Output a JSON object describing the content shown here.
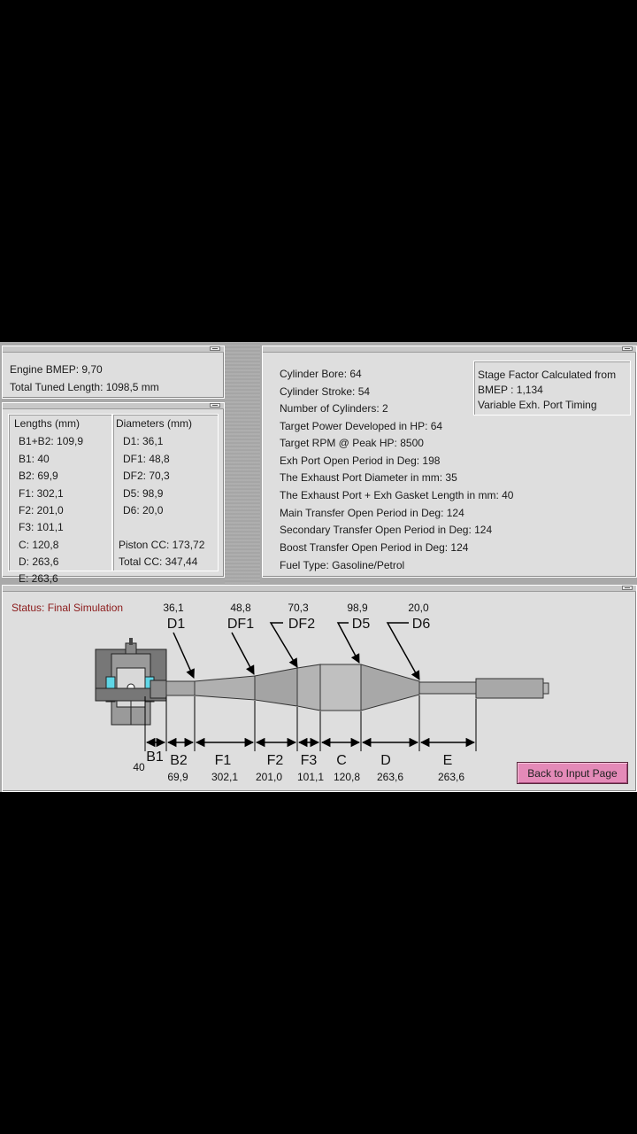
{
  "summary": {
    "bmep": "Engine BMEP: 9,70",
    "tuned_length": "Total Tuned Length: 1098,5 mm"
  },
  "lengths": {
    "header": "Lengths (mm)",
    "items": [
      "B1+B2: 109,9",
      "B1: 40",
      "B2: 69,9",
      "F1: 302,1",
      "F2: 201,0",
      "F3: 101,1",
      "C: 120,8",
      "D: 263,6",
      "E: 263,6"
    ]
  },
  "diameters": {
    "header": "Diameters (mm)",
    "items": [
      "D1: 36,1",
      "DF1: 48,8",
      "DF2: 70,3",
      "D5: 98,9",
      "D6: 20,0"
    ],
    "piston_cc": "Piston CC: 173,72",
    "total_cc": "Total CC: 347,44"
  },
  "specs": [
    "Cylinder Bore: 64",
    "Cylinder Stroke: 54",
    "Number of Cylinders: 2",
    "Target Power Developed in HP: 64",
    "Target RPM @ Peak HP: 8500",
    "Exh Port Open Period in Deg: 198",
    "The Exhaust Port Diameter in mm: 35",
    "The Exhaust Port + Exh Gasket Length in mm: 40",
    "Main Transfer Open Period in Deg: 124",
    "Secondary Transfer Open Period in Deg: 124",
    "Boost Transfer Open Period in Deg: 124",
    "Fuel Type: Gasoline/Petrol"
  ],
  "stage_box": [
    "Stage Factor Calculated from",
    "BMEP : 1,134",
    "Variable Exh. Port Timing"
  ],
  "status": "Status: Final Simulation",
  "diagram": {
    "diameters": [
      {
        "label": "D1",
        "value": "36,1"
      },
      {
        "label": "DF1",
        "value": "48,8"
      },
      {
        "label": "DF2",
        "value": "70,3"
      },
      {
        "label": "D5",
        "value": "98,9"
      },
      {
        "label": "D6",
        "value": "20,0"
      }
    ],
    "sections": [
      {
        "label": "B1",
        "value": "40"
      },
      {
        "label": "B2",
        "value": "69,9"
      },
      {
        "label": "F1",
        "value": "302,1"
      },
      {
        "label": "F2",
        "value": "201,0"
      },
      {
        "label": "F3",
        "value": "101,1"
      },
      {
        "label": "C",
        "value": "120,8"
      },
      {
        "label": "D",
        "value": "263,6"
      },
      {
        "label": "E",
        "value": "263,6"
      }
    ]
  },
  "back_button": "Back to Input Page",
  "colors": {
    "pink_button": "#e48ab8",
    "status_text": "#8b1a1a",
    "panel": "#dedede",
    "pipe": "#a8a8a8"
  }
}
